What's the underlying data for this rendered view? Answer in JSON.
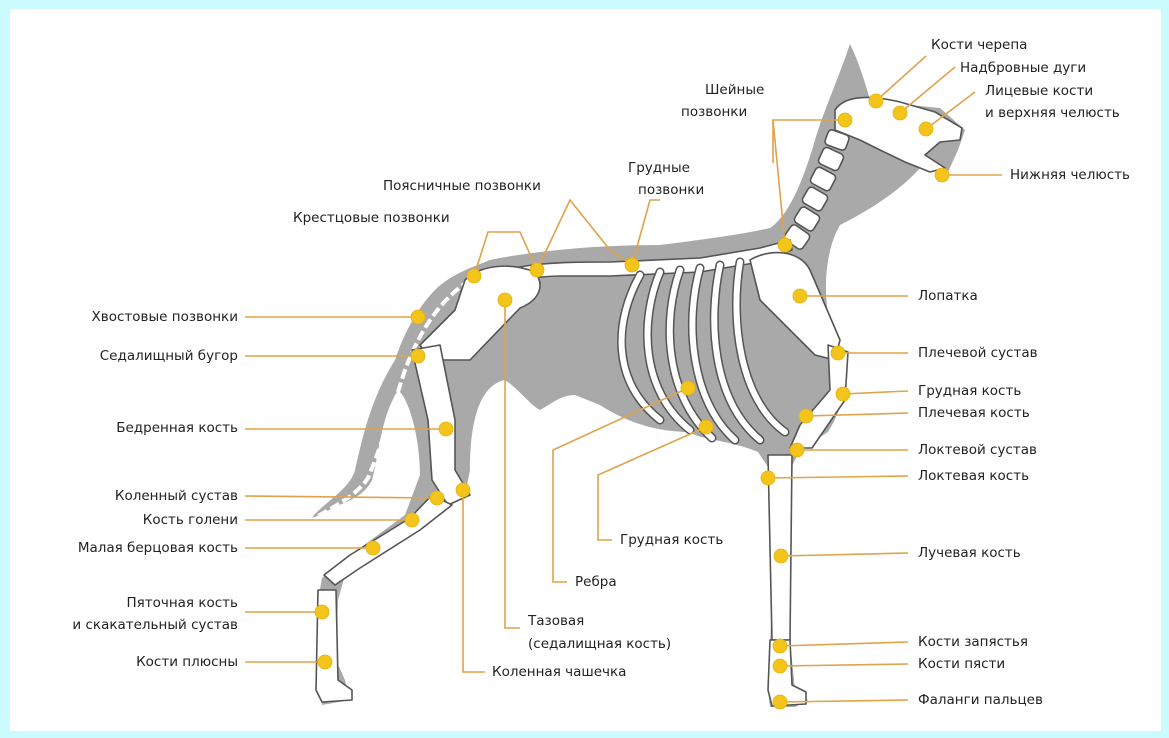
{
  "labels": {
    "skull": "Кости черепа",
    "brow": "Надбровные дуги",
    "face1": "Лицевые кости",
    "face2": "и верхняя челюсть",
    "jaw": "Нижняя челюсть",
    "cervical1": "Шейные",
    "cervical2": "позвонки",
    "thoracic1": "Грудные",
    "thoracic2": "позвонки",
    "lumbar": "Поясничные позвонки",
    "sacral": "Крестцовые позвонки",
    "tail": "Хвостовые позвонки",
    "ischial": "Седалищный бугор",
    "femur": "Бедренная кость",
    "knee": "Коленный сустав",
    "tibia": "Кость голени",
    "fibula": "Малая берцовая кость",
    "heel1": "Пяточная кость",
    "heel2": "и скакательный сустав",
    "metatarsal": "Кости плюсны",
    "patella": "Коленная чашечка",
    "pelvis1": "Тазовая",
    "pelvis2": "(седалищная кость)",
    "ribs": "Ребра",
    "sternum_low": "Грудная кость",
    "scapula": "Лопатка",
    "shoulder": "Плечевой сустав",
    "sternum": "Грудная кость",
    "humerus": "Плечевая кость",
    "elbow": "Локтевой сустав",
    "ulna": "Локтевая кость",
    "radius": "Лучевая кость",
    "carpal": "Кости запястья",
    "metacarpal": "Кости пясти",
    "phalanges": "Фаланги пальцев"
  },
  "colors": {
    "background": "#ccfbff",
    "silhouette": "#a9a9a9",
    "leader_line": "#e0a24a",
    "marker": "#f3c51b"
  }
}
